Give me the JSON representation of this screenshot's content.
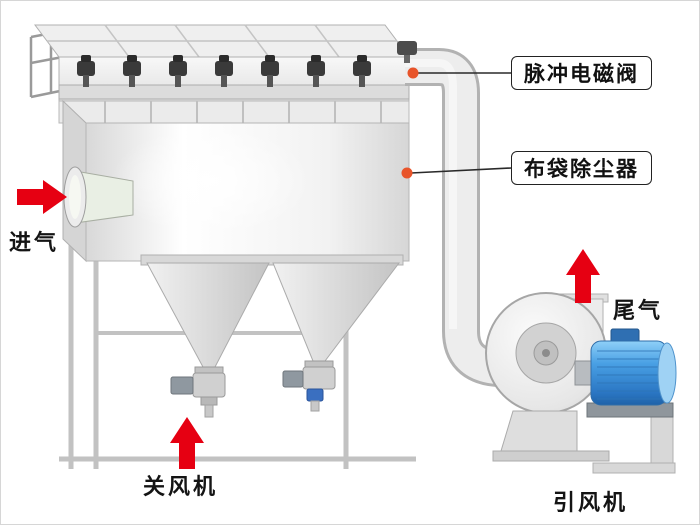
{
  "diagram": {
    "labels": {
      "pulse_valve": "脉冲电磁阀",
      "baghouse": "布袋除尘器",
      "inlet": "进气",
      "exhaust": "尾气",
      "rotary_valve": "关风机",
      "draft_fan": "引风机"
    },
    "colors": {
      "arrow_red": "#e60012",
      "dot_orange": "#e8542a",
      "motor_blue": "#3f9be0",
      "leader_line": "#2a2a2a"
    }
  }
}
